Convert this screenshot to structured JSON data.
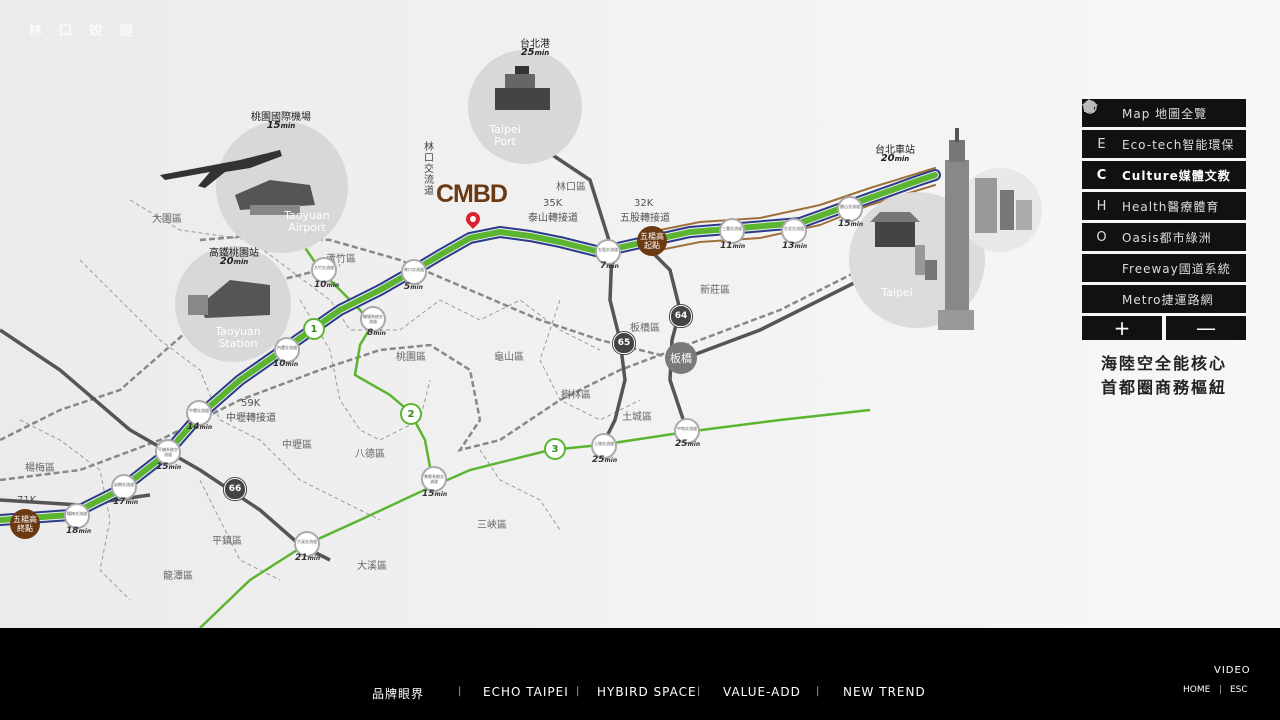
{
  "brand": "林 口 蛻 變",
  "cmbd": "CMBD",
  "cmbd_vertical": "林口交流道",
  "pois": {
    "port": {
      "name": "台北港",
      "time": "25",
      "en1": "Taipei",
      "en2": "Port",
      "icon": "ship-icon"
    },
    "airport": {
      "name": "桃園國際機場",
      "time": "15",
      "en1": "Taoyuan",
      "en2": "Airport",
      "icon": "airport-icon"
    },
    "hsr": {
      "name": "高鐵桃園站",
      "time": "20",
      "en1": "Taoyuan",
      "en2": "Station",
      "icon": "station-icon"
    },
    "taipei": {
      "name": "台北車站",
      "time": "20",
      "en1": "Taipei",
      "icon": "taipei101-icon"
    }
  },
  "time_unit": "min",
  "labels": {
    "k35": "35K",
    "taishan": "泰山轉接道",
    "k32": "32K",
    "wugu": "五股轉接道",
    "k59": "59K",
    "zhongli": "中壢轉接道",
    "k71": "71K",
    "linkou": "林口區",
    "dayuan": "大園區",
    "luzhu": "蘆竹區",
    "xinzhuang": "新莊區",
    "banqiao_d": "板橋區",
    "taoyuan_d": "桃園區",
    "guishan": "龜山區",
    "shulin": "樹林區",
    "tucheng_d": "土城區",
    "zhongli_d": "中壢區",
    "bade": "八德區",
    "yangmei": "楊梅區",
    "pingzhen": "平鎮區",
    "longtan": "龍潭區",
    "daxi": "大溪區",
    "sanxia": "三峽區"
  },
  "interchanges": [
    {
      "id": "dazhu",
      "txt": "大竹交流道",
      "time": "10"
    },
    {
      "id": "linkou_ic",
      "txt": "林口交流道",
      "time": "5"
    },
    {
      "id": "taoyuan_ic",
      "txt": "機場系統交流道",
      "time": "8"
    },
    {
      "id": "neili",
      "txt": "內壢交流道",
      "time": "10"
    },
    {
      "id": "zhongli_ic",
      "txt": "中壢交流道",
      "time": "14"
    },
    {
      "id": "pingzhen_ic",
      "txt": "平鎮系統交流道",
      "time": "15"
    },
    {
      "id": "youshi",
      "txt": "幼獅交流道",
      "time": "17"
    },
    {
      "id": "yangmei_ic",
      "txt": "楊梅交流道",
      "time": "18"
    },
    {
      "id": "wugu_ic",
      "txt": "五股交流道",
      "time": "7"
    },
    {
      "id": "sanchong",
      "txt": "三重交流道",
      "time": "11"
    },
    {
      "id": "taipei_ic",
      "txt": "台北交流道",
      "time": "13"
    },
    {
      "id": "yuanshan",
      "txt": "圓山交流道",
      "time": "15"
    },
    {
      "id": "tucheng_ic",
      "txt": "土城交流道",
      "time": "25"
    },
    {
      "id": "zhonghe",
      "txt": "中和交流道",
      "time": "25"
    },
    {
      "id": "yingge",
      "txt": "鶯歌系統交流道",
      "time": "15"
    },
    {
      "id": "daxi_ic",
      "txt": "大溪交流道",
      "time": "21"
    }
  ],
  "wugao_start": "五楊高起點",
  "wugao_end": "五楊高終點",
  "banqiao": "板橋",
  "shields": [
    "64",
    "65",
    "66"
  ],
  "routes": [
    "1",
    "2",
    "3"
  ],
  "menu": [
    {
      "key": "home-icon",
      "label": "Map 地圖全覽"
    },
    {
      "key": "E",
      "label": "Eco-tech智能環保"
    },
    {
      "key": "C",
      "label": "Culture媒體文教"
    },
    {
      "key": "H",
      "label": "Health醫療體育"
    },
    {
      "key": "O",
      "label": "Oasis都市綠洲"
    },
    {
      "key": "flower-icon",
      "label": "Freeway國道系統"
    },
    {
      "key": "metro-icon",
      "label": "Metro捷運路網"
    }
  ],
  "zoom_in": "+",
  "zoom_out": "—",
  "tagline1": "海陸空全能核心",
  "tagline2": "首都圈商務樞紐",
  "nav": [
    "品牌眼界",
    "ECHO TAIPEI",
    "HYBIRD SPACE",
    "VALUE-ADD",
    "NEW TREND"
  ],
  "nav_sep": "|",
  "video": "VIDEO",
  "home": "HOME",
  "esc": "ESC",
  "colors": {
    "green": "#5cb531",
    "blue": "#2c3a8c",
    "brown": "#a0703a",
    "dark": "#444444",
    "menu_bg": "#111111"
  }
}
